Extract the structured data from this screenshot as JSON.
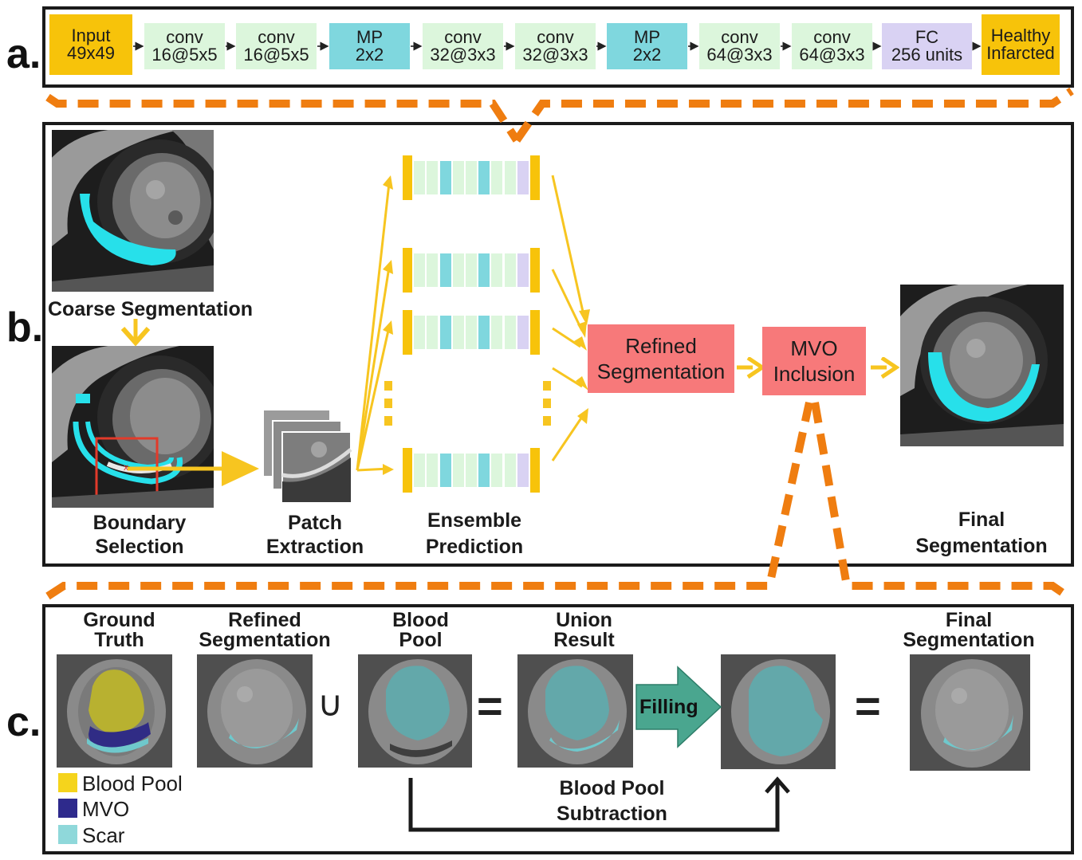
{
  "panel_labels": {
    "a": "a.",
    "b": "b.",
    "c": "c."
  },
  "network": {
    "input": {
      "line1": "Input",
      "line2": "49x49"
    },
    "conv1": {
      "line1": "conv",
      "line2": "16@5x5"
    },
    "conv2": {
      "line1": "conv",
      "line2": "16@5x5"
    },
    "mp1": {
      "line1": "MP",
      "line2": "2x2"
    },
    "conv3": {
      "line1": "conv",
      "line2": "32@3x3"
    },
    "conv4": {
      "line1": "conv",
      "line2": "32@3x3"
    },
    "mp2": {
      "line1": "MP",
      "line2": "2x2"
    },
    "conv5": {
      "line1": "conv",
      "line2": "64@3x3"
    },
    "conv6": {
      "line1": "conv",
      "line2": "64@3x3"
    },
    "fc": {
      "line1": "FC",
      "line2": "256 units"
    },
    "output": {
      "line1": "Healthy",
      "line2": "Infarcted"
    }
  },
  "pipeline": {
    "coarse_segmentation": "Coarse Segmentation",
    "boundary_selection": {
      "line1": "Boundary",
      "line2": "Selection"
    },
    "patch_extraction": {
      "line1": "Patch",
      "line2": "Extraction"
    },
    "ensemble_prediction": {
      "line1": "Ensemble",
      "line2": "Prediction"
    },
    "refined_segmentation": {
      "line1": "Refined",
      "line2": "Segmentation"
    },
    "mvo_inclusion": {
      "line1": "MVO",
      "line2": "Inclusion"
    },
    "final_segmentation": {
      "line1": "Final",
      "line2": "Segmentation"
    }
  },
  "mvo_steps": {
    "ground_truth": {
      "line1": "Ground",
      "line2": "Truth"
    },
    "refined_segmentation": {
      "line1": "Refined",
      "line2": "Segmentation"
    },
    "blood_pool": {
      "line1": "Blood",
      "line2": "Pool"
    },
    "union_result": {
      "line1": "Union",
      "line2": "Result"
    },
    "final_segmentation": {
      "line1": "Final",
      "line2": "Segmentation"
    },
    "union_symbol": "∪",
    "equals_symbol": "=",
    "filling": "Filling",
    "blood_pool_subtraction": {
      "line1": "Blood Pool",
      "line2": "Subtraction"
    }
  },
  "legend": [
    {
      "label": "Blood Pool",
      "color": "#f5d41c"
    },
    {
      "label": "MVO",
      "color": "#2e2a8c"
    },
    {
      "label": "Scar",
      "color": "#8fd8da"
    }
  ],
  "colors": {
    "input_output": "#f7c30a",
    "conv": "#dcf6dc",
    "maxpool": "#7fd7de",
    "fc": "#d9d2f3",
    "process_box": "#f7797a",
    "yellow_arrow": "#f7c520",
    "orange_dashed": "#ef7d10",
    "filling_arrow": "#4aa68f",
    "scar_overlay": "#22d8e0"
  }
}
